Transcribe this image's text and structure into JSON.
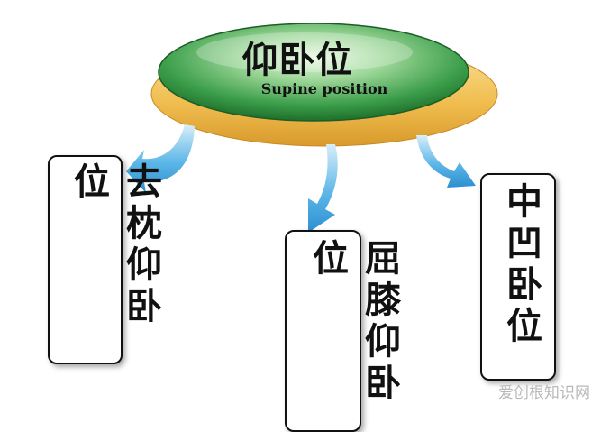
{
  "center": {
    "title": "仰卧位",
    "subtitle": "Supine position"
  },
  "branches": [
    {
      "label": "去枕仰卧位"
    },
    {
      "label": "屈膝仰卧位"
    },
    {
      "label": "中凹卧位"
    }
  ],
  "watermark": "爱创根知识网",
  "colors": {
    "ellipse_green": "#2f8f3f",
    "ellipse_highlight": "#bfe9b9",
    "gold_rim": "#f2c25a",
    "arrow_blue": "#3aa2dc"
  }
}
